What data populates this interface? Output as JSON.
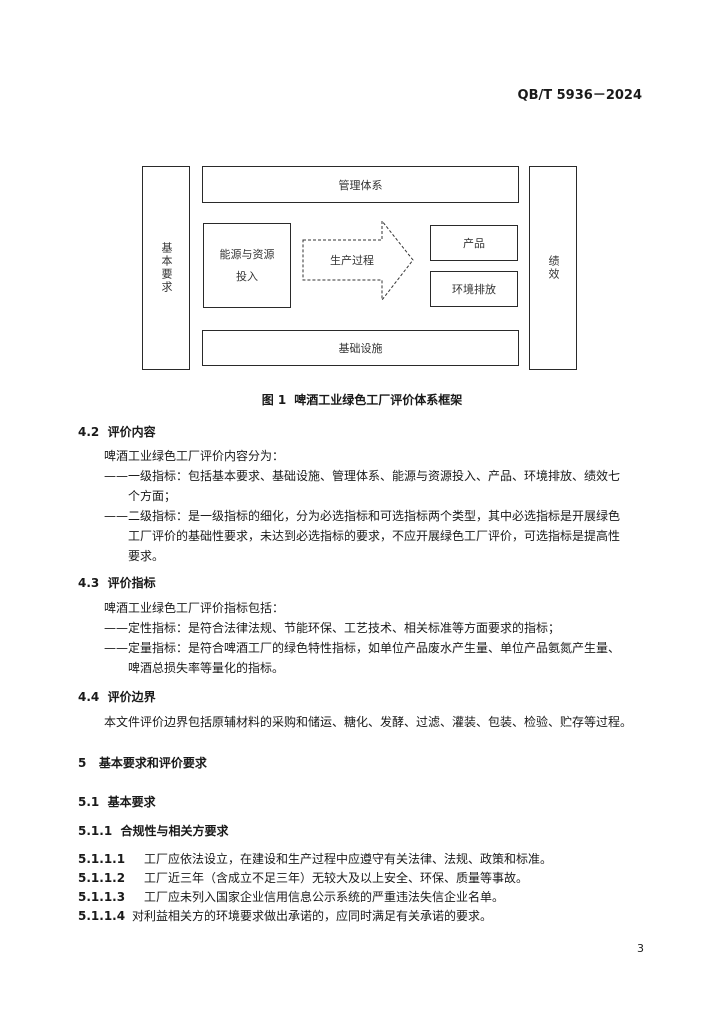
{
  "header": {
    "standard_no": "QB/T 5936－2024"
  },
  "figure": {
    "boxes": {
      "management": "管理体系",
      "basic": "基本要求",
      "energy_line1": "能源与资源",
      "energy_line2": "投入",
      "process": "生产过程",
      "product": "产品",
      "emission": "环境排放",
      "performance": "绩效",
      "infrastructure": "基础设施"
    },
    "caption_label": "图 1",
    "caption_text": "啤酒工业绿色工厂评价体系框架"
  },
  "s42": {
    "num": "4.2",
    "title": "评价内容",
    "intro": "啤酒工业绿色工厂评价内容分为：",
    "item1_l1": "——一级指标：包括基本要求、基础设施、管理体系、能源与资源投入、产品、环境排放、绩效七",
    "item1_l2": "个方面；",
    "item2_l1": "——二级指标：是一级指标的细化，分为必选指标和可选指标两个类型，其中必选指标是开展绿色",
    "item2_l2": "工厂评价的基础性要求，未达到必选指标的要求，不应开展绿色工厂评价，可选指标是提高性",
    "item2_l3": "要求。"
  },
  "s43": {
    "num": "4.3",
    "title": "评价指标",
    "intro": "啤酒工业绿色工厂评价指标包括：",
    "item1_l1": "——定性指标：是符合法律法规、节能环保、工艺技术、相关标准等方面要求的指标；",
    "item2_l1": "——定量指标：是符合啤酒工厂的绿色特性指标，如单位产品废水产生量、单位产品氨氮产生量、",
    "item2_l2": "啤酒总损失率等量化的指标。"
  },
  "s44": {
    "num": "4.4",
    "title": "评价边界",
    "text": "本文件评价边界包括原辅材料的采购和储运、糖化、发酵、过滤、灌装、包装、检验、贮存等过程。"
  },
  "s5": {
    "num": "5",
    "title": "基本要求和评价要求"
  },
  "s51": {
    "num": "5.1",
    "title": "基本要求"
  },
  "s511": {
    "num": "5.1.1",
    "title": "合规性与相关方要求"
  },
  "clauses": [
    {
      "num": "5.1.1.1",
      "text": "工厂应依法设立，在建设和生产过程中应遵守有关法律、法规、政策和标准。"
    },
    {
      "num": "5.1.1.2",
      "text": "工厂近三年（含成立不足三年）无较大及以上安全、环保、质量等事故。"
    },
    {
      "num": "5.1.1.3",
      "text": "工厂应未列入国家企业信用信息公示系统的严重违法失信企业名单。"
    },
    {
      "num": "5.1.1.4",
      "text": "对利益相关方的环境要求做出承诺的，应同时满足有关承诺的要求。"
    }
  ],
  "footer": {
    "page_number": "3"
  }
}
